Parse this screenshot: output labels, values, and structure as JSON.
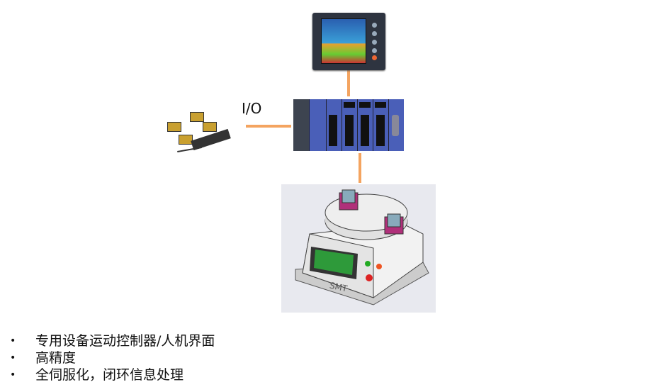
{
  "diagram": {
    "io_label": "I/O",
    "nodes": [
      "hmi-touch-panel",
      "plc-rack",
      "photoelectric-sensors",
      "smt-machine"
    ],
    "machine_label": "SMT",
    "connector_color": "#f4a460"
  },
  "bullets": [
    "专用设备运动控制器/人机界面",
    "高精度",
    "全伺服化，闭环信息处理"
  ]
}
